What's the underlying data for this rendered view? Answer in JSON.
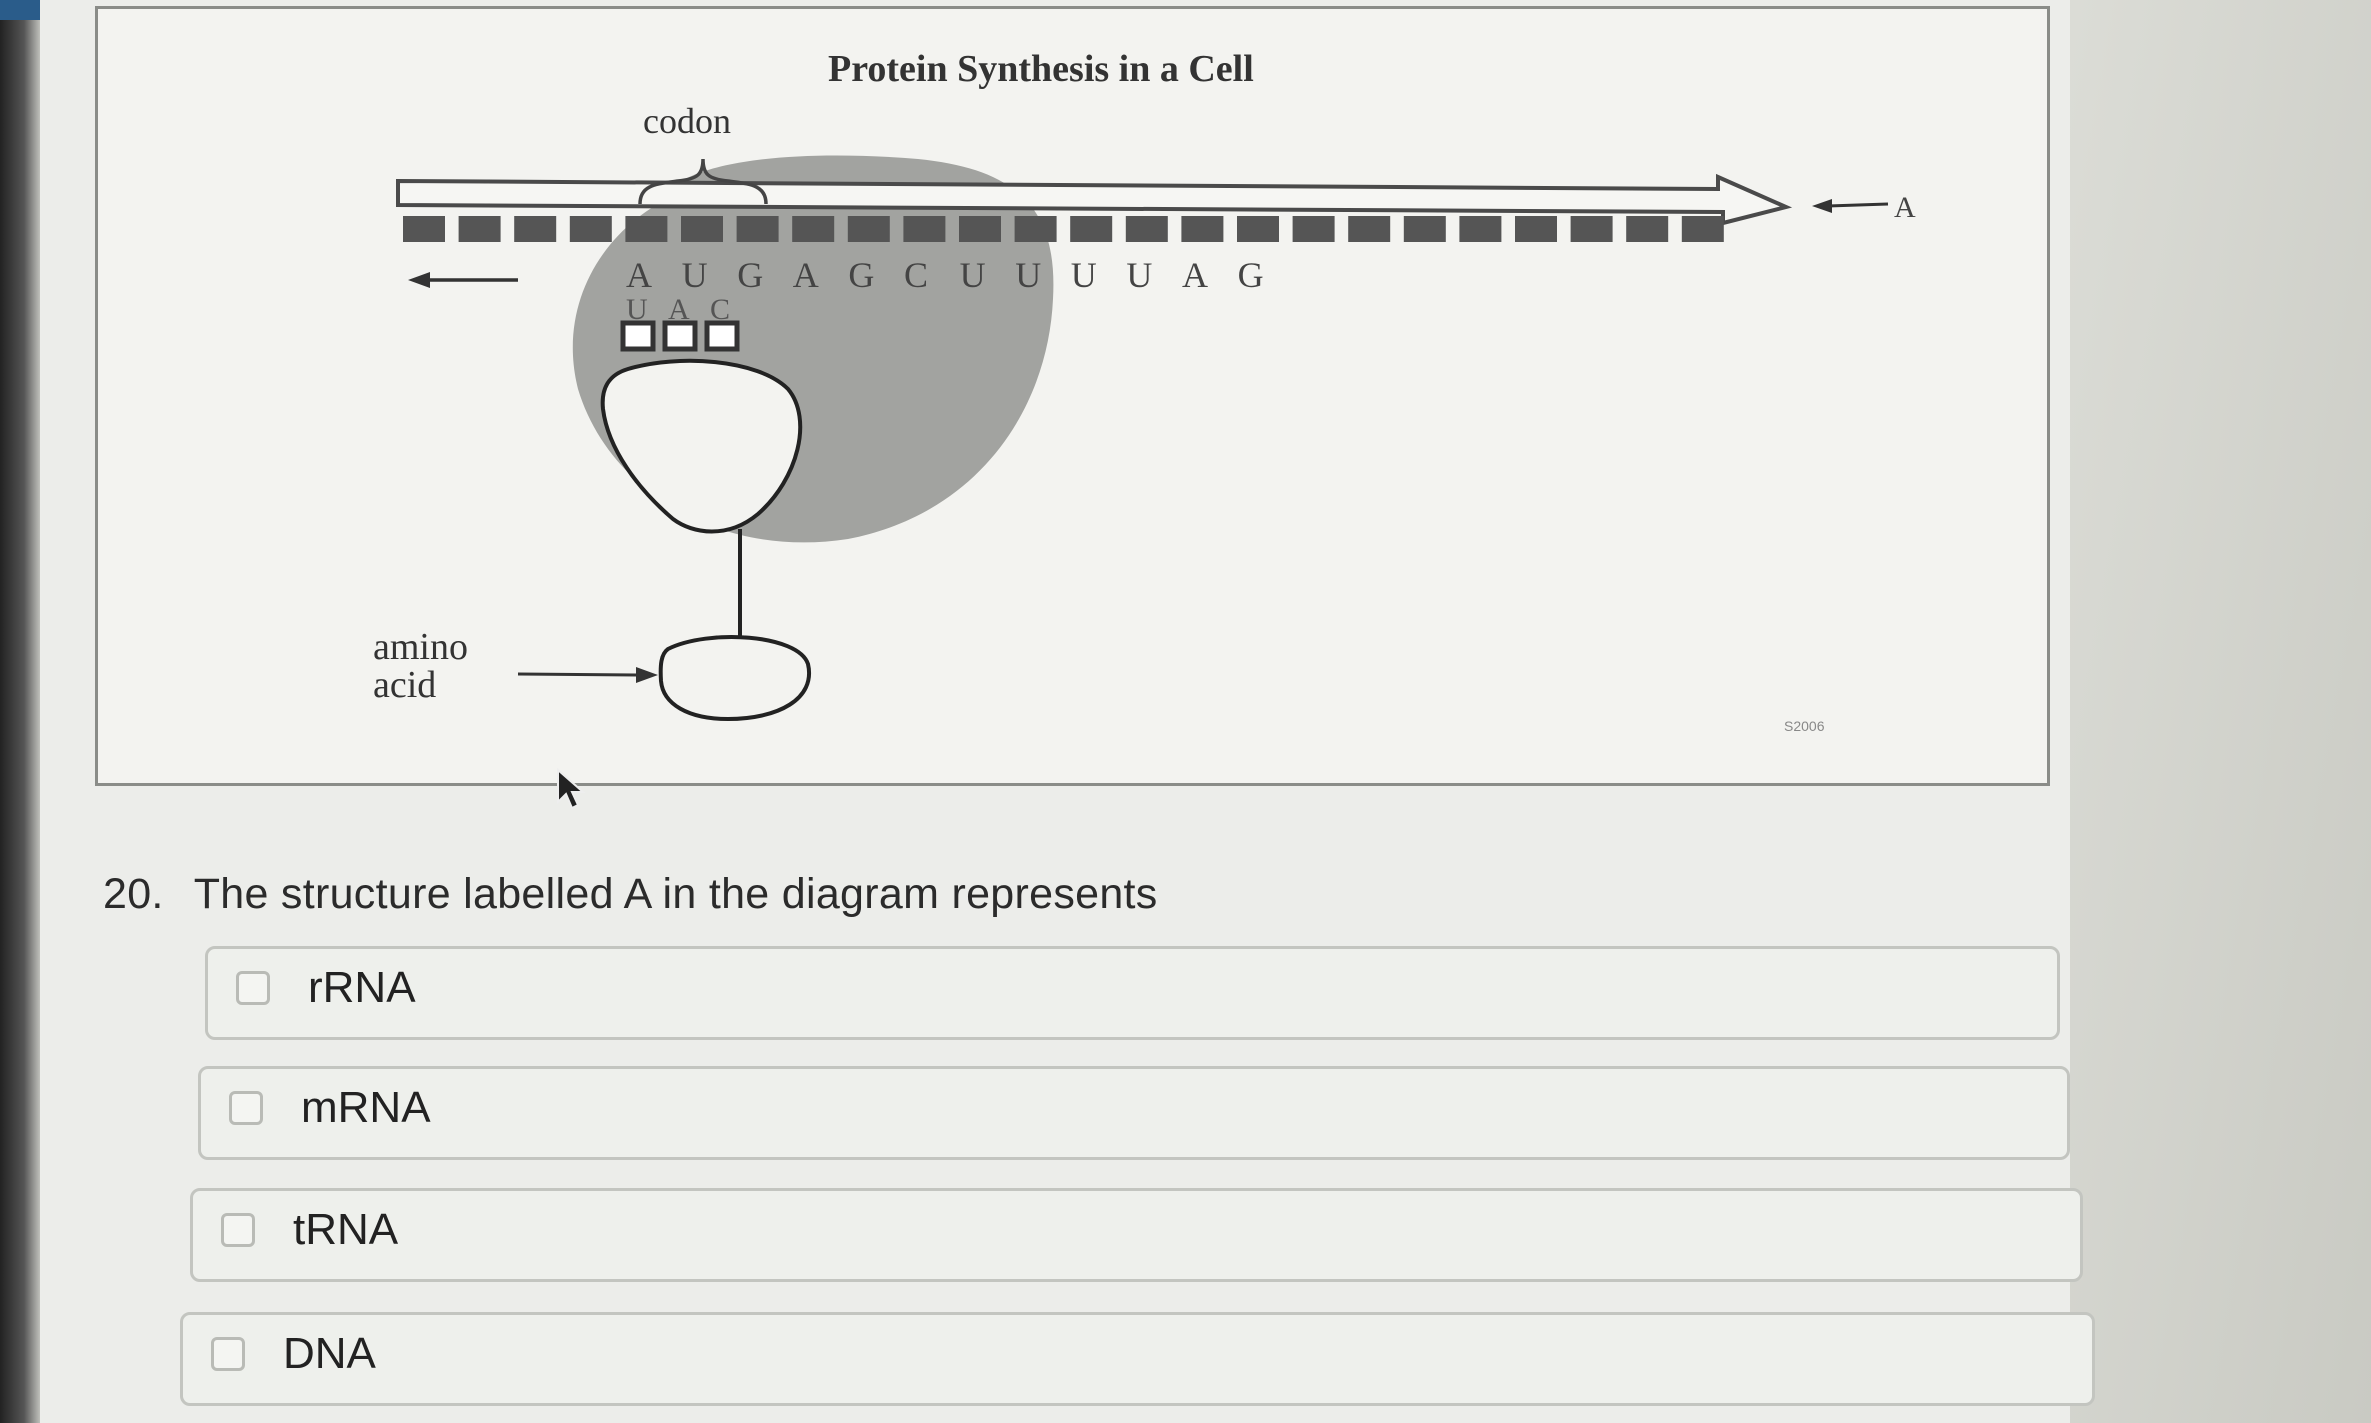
{
  "diagram": {
    "title": "Protein Synthesis in a Cell",
    "codon_label": "codon",
    "mrna_bases": [
      "A",
      "U",
      "G",
      "A",
      "G",
      "C",
      "U",
      "U",
      "U",
      "U",
      "A",
      "G"
    ],
    "anticodon_bases": [
      "U",
      "A",
      "C"
    ],
    "amino_acid_label_line1": "amino",
    "amino_acid_label_line2": "acid",
    "structure_label": "A",
    "figure_code": "S2006"
  },
  "question": {
    "number": "20.",
    "text": "The structure labelled A in the diagram represents",
    "options": [
      {
        "label": "rRNA"
      },
      {
        "label": "mRNA"
      },
      {
        "label": "tRNA"
      },
      {
        "label": "DNA"
      }
    ]
  },
  "colors": {
    "ribosome": "#a2a3a0",
    "strand_blocks": "#555555"
  }
}
